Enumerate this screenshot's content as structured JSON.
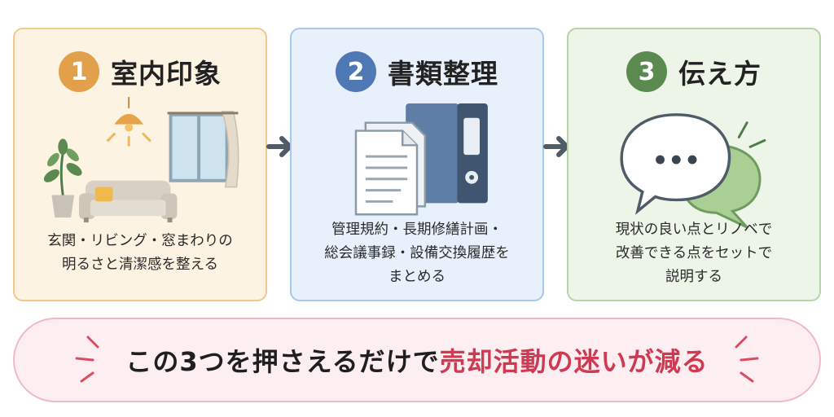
{
  "steps": [
    {
      "number": "1",
      "title": "室内印象",
      "desc_lines": [
        "玄関・リビング・窓まわりの",
        "明るさと清潔感を整える"
      ]
    },
    {
      "number": "2",
      "title": "書類整理",
      "desc_lines": [
        "管理規約・長期修繕計画・",
        "総会議事録・設備交換履歴を",
        "まとめる"
      ]
    },
    {
      "number": "3",
      "title": "伝え方",
      "desc_lines": [
        "現状の良い点とリノベで",
        "改善できる点をセットで",
        "説明する"
      ]
    }
  ],
  "banner": {
    "lead": "この3つを押さえるだけで",
    "highlight": "売却活動の迷いが減る"
  },
  "colors": {
    "step1_accent": "#e3a04a",
    "step2_accent": "#4e79b4",
    "step3_accent": "#5a8a4f",
    "banner_highlight": "#cf3a52"
  },
  "icons": [
    "pendant-lamp-icon",
    "window-icon",
    "plant-icon",
    "sofa-icon",
    "document-icon",
    "binder-icon",
    "arrow-right-icon",
    "speech-bubble-icon",
    "chat-bubble-icon",
    "sparkle-lines-icon"
  ]
}
